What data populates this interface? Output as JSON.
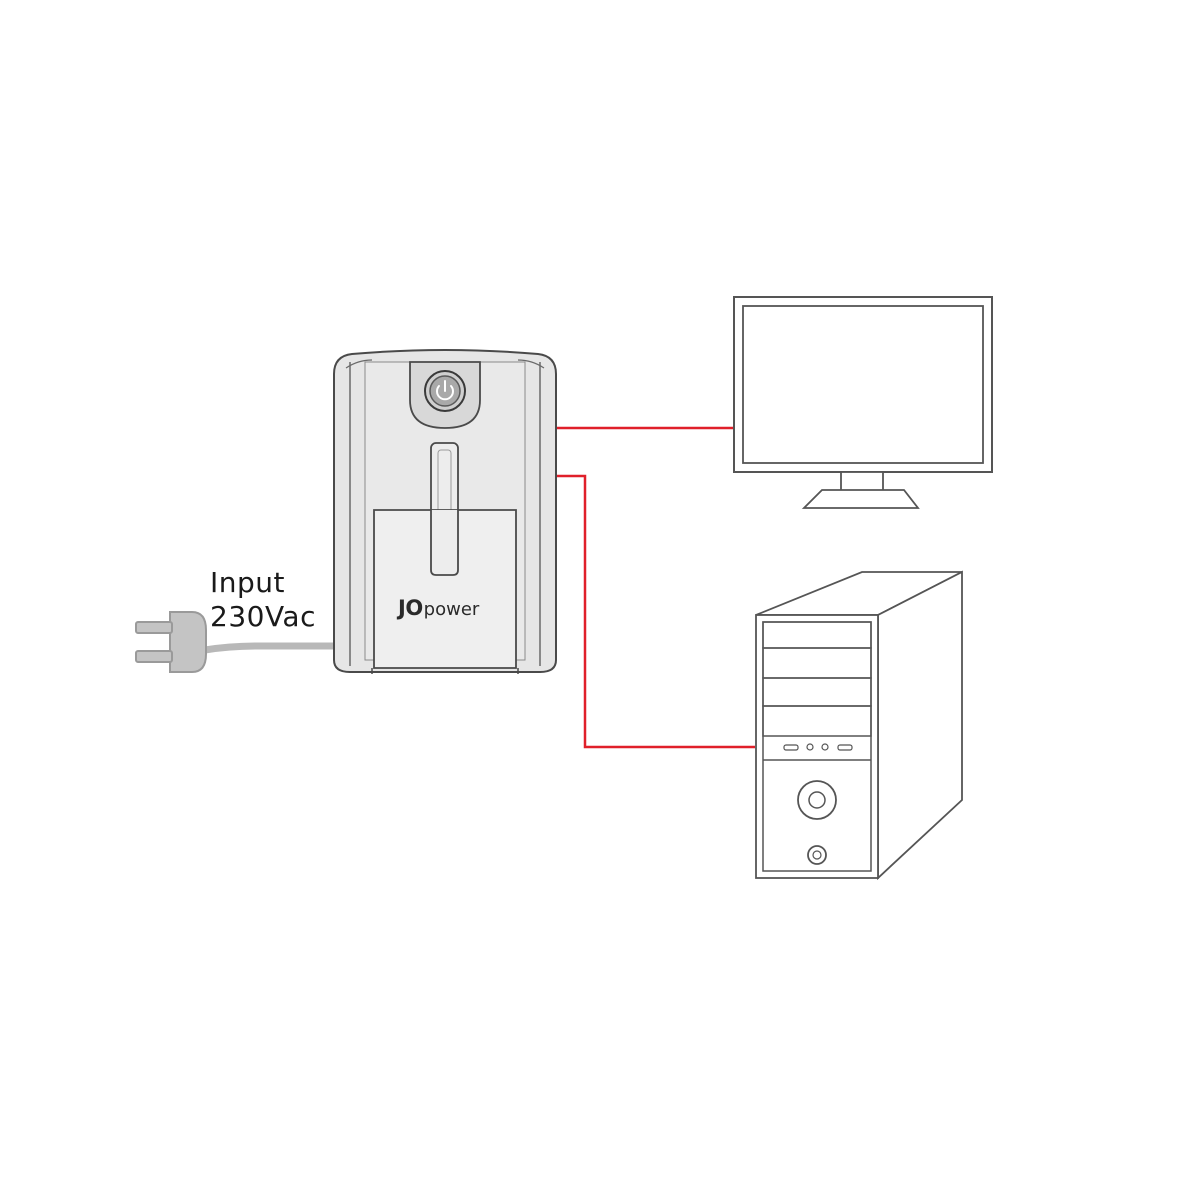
{
  "input": {
    "line1": "Input",
    "line2": "230Vac"
  },
  "ups": {
    "brand_bold": "JO",
    "brand_light": "power"
  },
  "colors": {
    "cable_output": "#e0202a",
    "cable_input": "#b8b8b8",
    "ups_body": "#e8e8e8",
    "outline": "#4a4a4a",
    "device_outline": "#555555"
  },
  "icons": [
    "plug-icon",
    "ups-icon",
    "power-button-icon",
    "monitor-icon",
    "desktop-tower-icon"
  ]
}
